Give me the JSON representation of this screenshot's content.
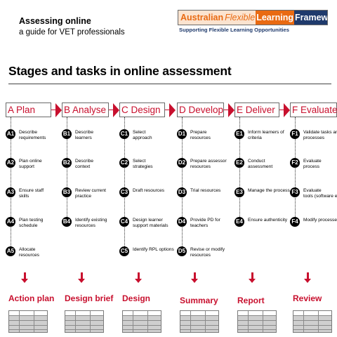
{
  "header": {
    "title": "Assessing online",
    "subtitle": "a guide for VET professionals"
  },
  "logo": {
    "part_a": "Australian",
    "part_b": "Flexible",
    "part_c": "Learning",
    "part_d": "Framework",
    "tagline": "Supporting Flexible Learning Opportunities"
  },
  "main_title": "Stages and tasks in online assessment",
  "colors": {
    "accent": "#c8102e",
    "logo_orange": "#e96a12",
    "logo_navy": "#1f3a6c"
  },
  "stages": [
    {
      "letter": "A",
      "label": "Plan",
      "output": "Action plan",
      "tasks": [
        {
          "code": "A1",
          "text": [
            "Describe",
            "requirements"
          ]
        },
        {
          "code": "A2",
          "text": [
            "Plan online",
            "support"
          ]
        },
        {
          "code": "A3",
          "text": [
            "Ensure staff",
            "skills"
          ]
        },
        {
          "code": "A4",
          "text": [
            "Plan testing",
            "schedule"
          ]
        },
        {
          "code": "A5",
          "text": [
            "Allocate",
            "resources"
          ]
        }
      ]
    },
    {
      "letter": "B",
      "label": "Analyse",
      "output": "Design brief",
      "tasks": [
        {
          "code": "B1",
          "text": [
            "Describe",
            "learners"
          ]
        },
        {
          "code": "B2",
          "text": [
            "Describe",
            "context"
          ]
        },
        {
          "code": "B3",
          "text": [
            "Review current",
            "practice"
          ]
        },
        {
          "code": "B4",
          "text": [
            "Identify existing",
            "resources"
          ]
        }
      ]
    },
    {
      "letter": "C",
      "label": "Design",
      "output": "Design",
      "tasks": [
        {
          "code": "C1",
          "text": [
            "Select",
            "approach"
          ]
        },
        {
          "code": "C2",
          "text": [
            "Select",
            "strategies"
          ]
        },
        {
          "code": "C3",
          "text": [
            "Draft resources"
          ]
        },
        {
          "code": "C4",
          "text": [
            "Design learner",
            "support materials"
          ]
        },
        {
          "code": "C5",
          "text": [
            "Identify RPL options"
          ]
        }
      ]
    },
    {
      "letter": "D",
      "label": "Develop",
      "output": "Summary",
      "tasks": [
        {
          "code": "D1",
          "text": [
            "Prepare",
            "resources"
          ]
        },
        {
          "code": "D2",
          "text": [
            "Prepare assessor",
            "resources"
          ]
        },
        {
          "code": "D3",
          "text": [
            "Trial resources"
          ]
        },
        {
          "code": "D4",
          "text": [
            "Provide PD for",
            "teachers"
          ]
        },
        {
          "code": "D5",
          "text": [
            "Revise or modify",
            "resources"
          ]
        }
      ]
    },
    {
      "letter": "E",
      "label": "Deliver",
      "output": "Report",
      "tasks": [
        {
          "code": "E1",
          "text": [
            "Inform learners of",
            "criteria"
          ]
        },
        {
          "code": "E2",
          "text": [
            "Conduct",
            "assessment"
          ]
        },
        {
          "code": "E3",
          "text": [
            "Manage the process"
          ]
        },
        {
          "code": "E4",
          "text": [
            "Ensure authenticity"
          ]
        }
      ]
    },
    {
      "letter": "F",
      "label": "Evaluate",
      "output": "Review",
      "tasks": [
        {
          "code": "F1",
          "text": [
            "Validate tasks and",
            "processes"
          ]
        },
        {
          "code": "F2",
          "text": [
            "Evaluate",
            "process"
          ]
        },
        {
          "code": "F3",
          "text": [
            "Evaluate",
            "tools (software etc"
          ]
        },
        {
          "code": "F4",
          "text": [
            "Modify processes"
          ]
        }
      ]
    }
  ]
}
